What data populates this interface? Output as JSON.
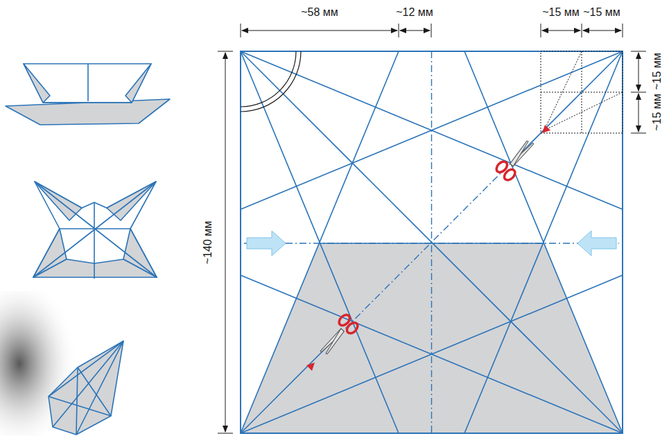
{
  "diagram": {
    "labels": [
      "~58 мм",
      "~12 мм",
      "~15 мм",
      "~15 мм",
      "~15 мм",
      "~15 мм",
      "~140 мм"
    ]
  }
}
